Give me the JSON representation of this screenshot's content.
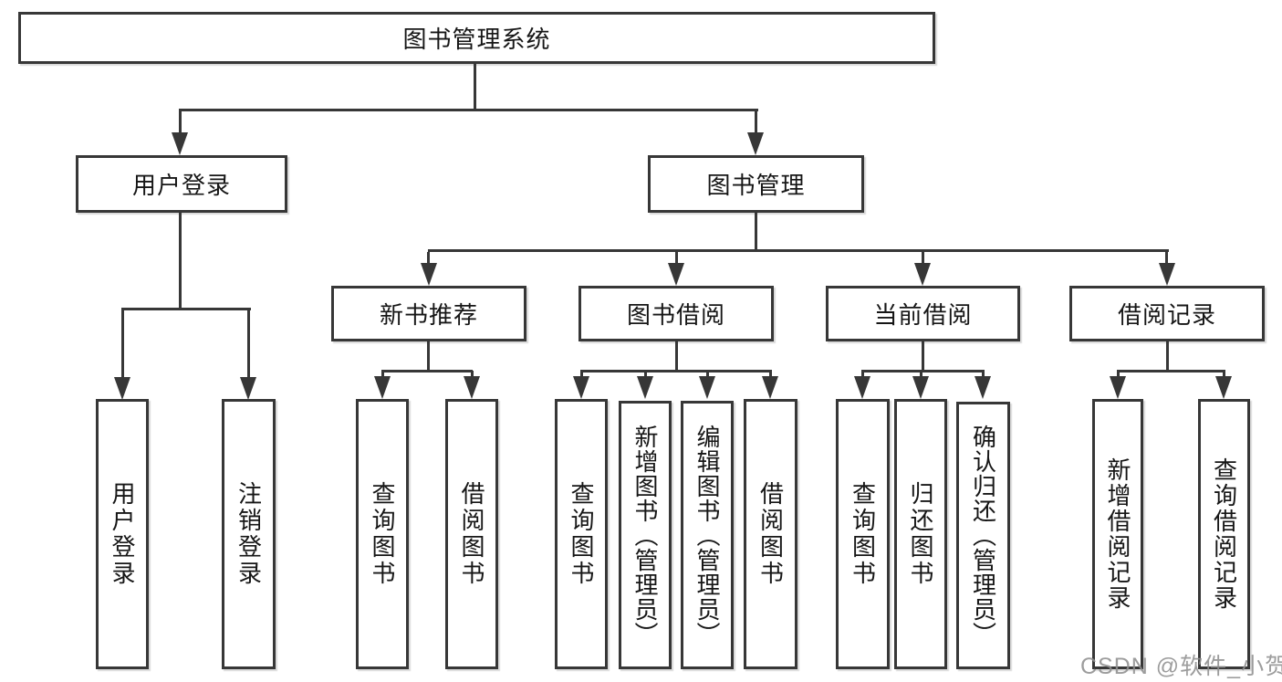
{
  "diagram": {
    "root": {
      "label": "图书管理系统"
    },
    "login": {
      "label": "用户登录",
      "children": [
        "用户登录",
        "注销登录"
      ]
    },
    "management": {
      "label": "图书管理"
    },
    "groups": [
      {
        "label": "新书推荐",
        "children": [
          "查询图书",
          "借阅图书"
        ]
      },
      {
        "label": "图书借阅",
        "children": [
          "查询图书",
          "新增图书（管理员）",
          "编辑图书（管理员）",
          "借阅图书"
        ]
      },
      {
        "label": "当前借阅",
        "children": [
          "查询图书",
          "归还图书",
          "确认归还（管理员）"
        ]
      },
      {
        "label": "借阅记录",
        "children": [
          "新增借阅记录",
          "查询借阅记录"
        ]
      }
    ]
  },
  "watermark": {
    "text": "CSDN @软件_小贺同学"
  },
  "colors": {
    "line": "#373737",
    "text": "#161616",
    "background": "#ffffff",
    "watermark": "#8f8f8f"
  }
}
